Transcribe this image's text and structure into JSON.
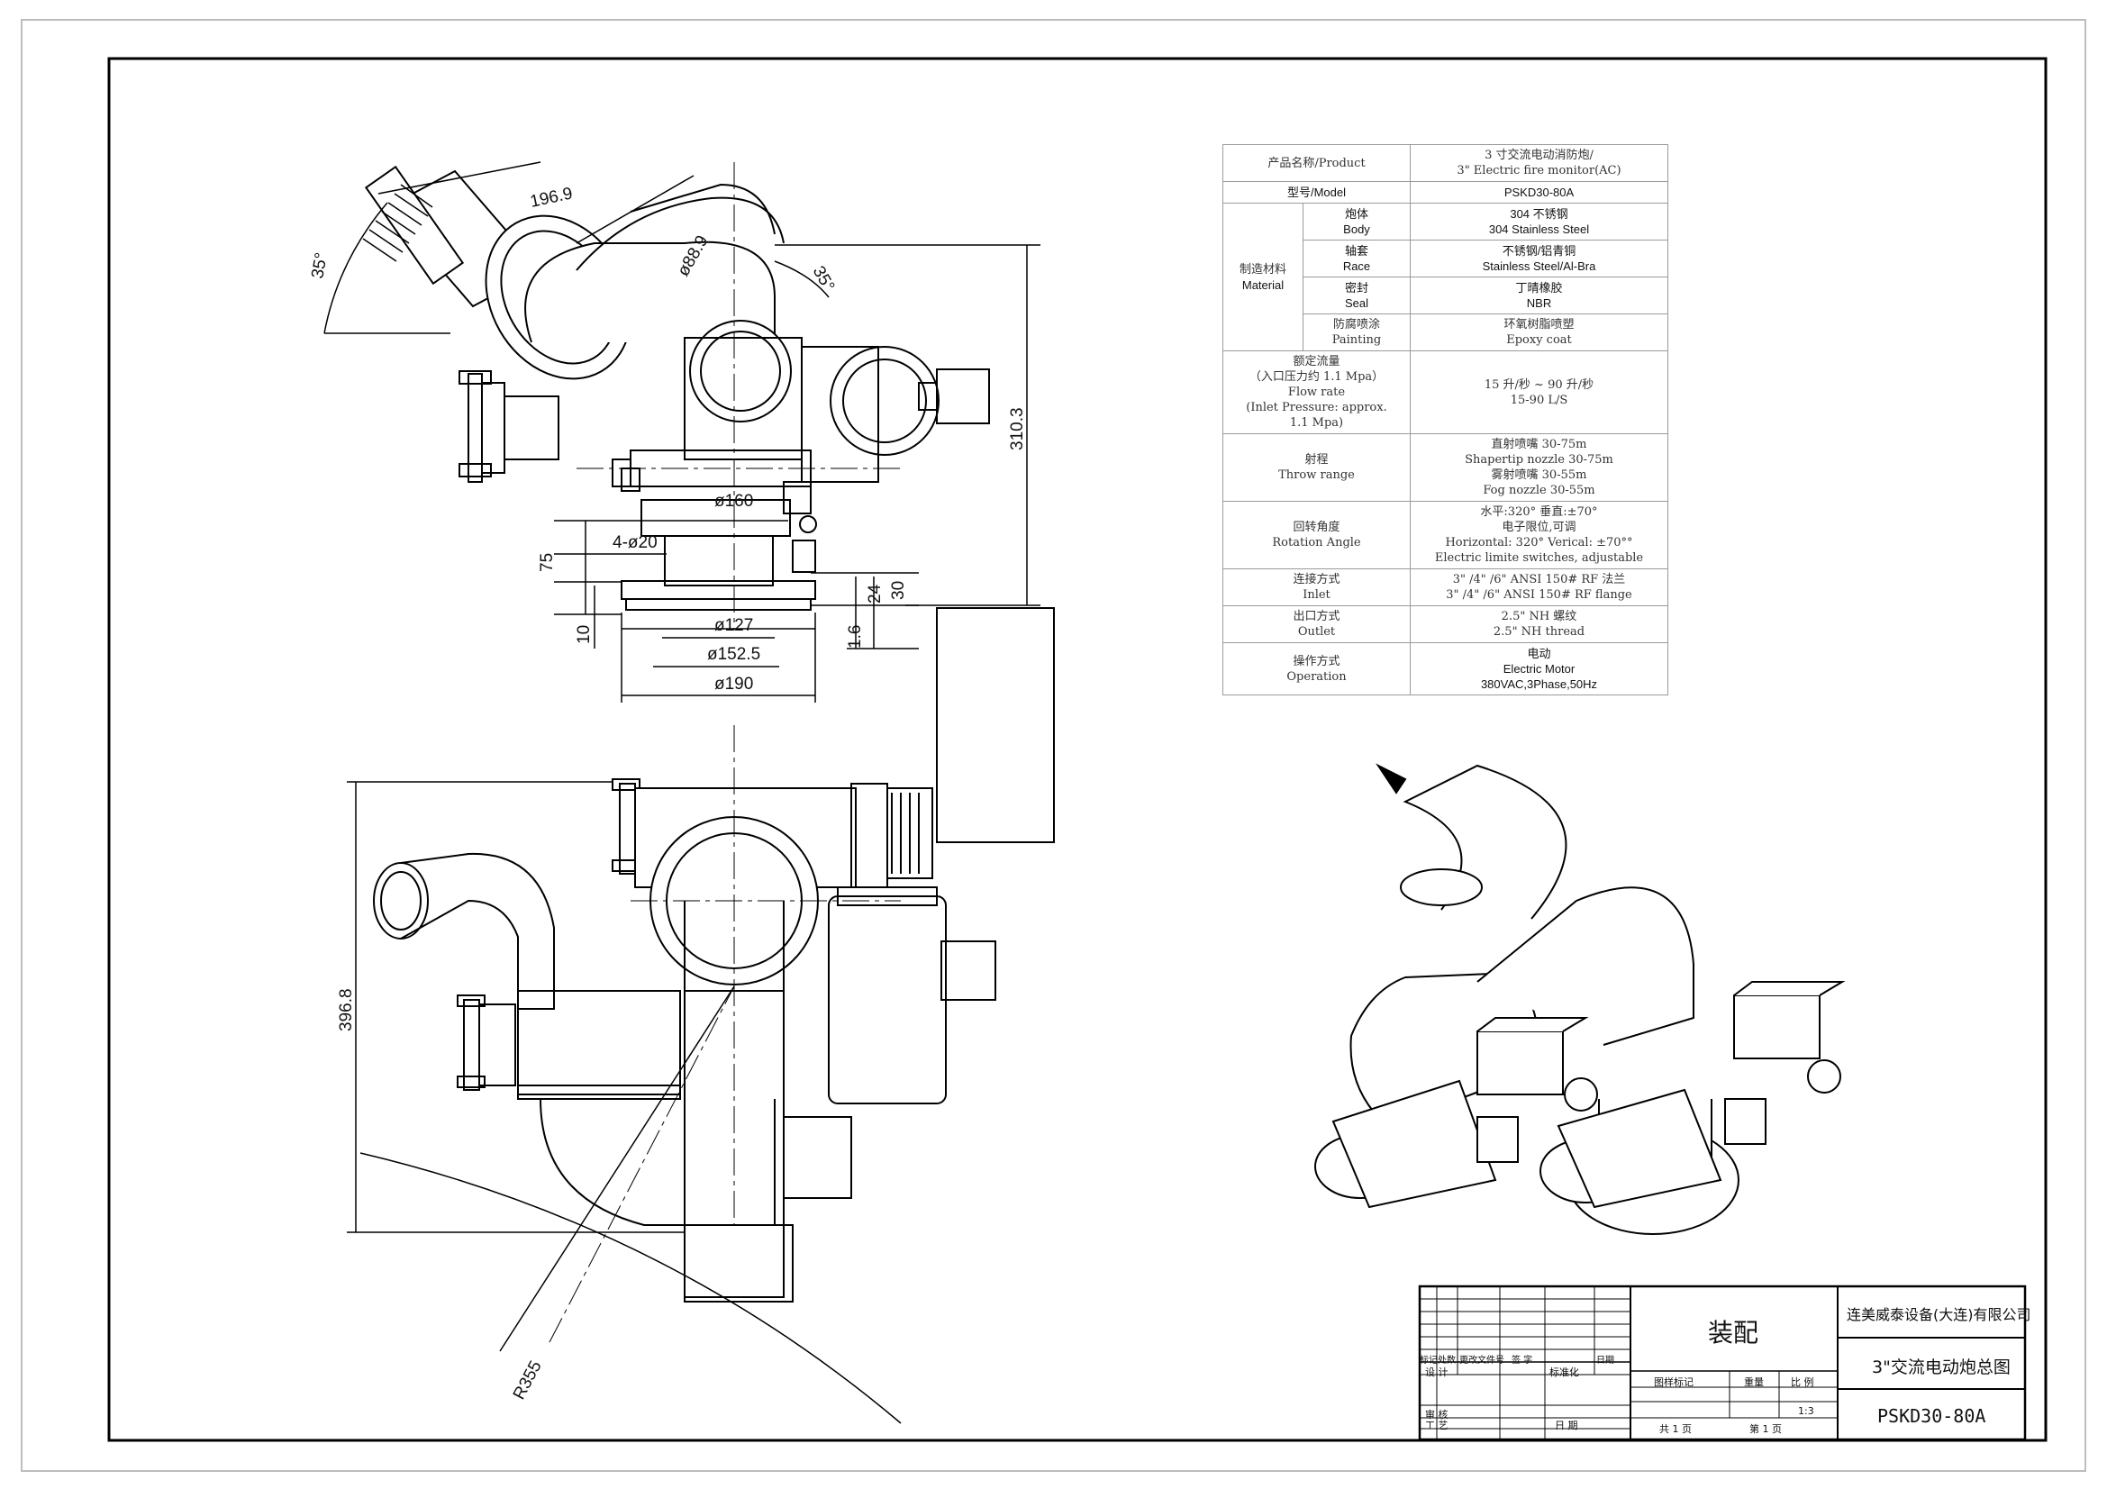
{
  "spec_table": {
    "product_label": "产品名称/Product",
    "product_value_cn": "3 寸交流电动消防炮/",
    "product_value_en": "3\" Electric fire monitor(AC)",
    "model_label": "型号/Model",
    "model_value": "PSKD30-80A",
    "material_label_cn": "制造材料",
    "material_label_en": "Material",
    "materials": [
      {
        "part_cn": "炮体",
        "part_en": "Body",
        "value_cn": "304 不锈钢",
        "value_en": "304 Stainless Steel"
      },
      {
        "part_cn": "轴套",
        "part_en": "Race",
        "value_cn": "不锈钢/铝青铜",
        "value_en": "Stainless Steel/Al-Bra"
      },
      {
        "part_cn": "密封",
        "part_en": "Seal",
        "value_cn": "丁晴橡胶",
        "value_en": "NBR"
      },
      {
        "part_cn": "防腐喷涂",
        "part_en": "Painting",
        "value_cn": "环氧树脂喷塑",
        "value_en": "Epoxy coat"
      }
    ],
    "flow_label": [
      "额定流量",
      "（入口压力约 1.1 Mpa）",
      "Flow rate",
      "(Inlet Pressure: approx.",
      "1.1 Mpa)"
    ],
    "flow_value": [
      "15 升/秒 ~ 90 升/秒",
      "15-90 L/S"
    ],
    "throw_label": [
      "射程",
      "Throw range"
    ],
    "throw_value": [
      "直射喷嘴 30-75m",
      "Shapertip nozzle 30-75m",
      "雾射喷嘴 30-55m",
      "Fog nozzle 30-55m"
    ],
    "rotation_label": [
      "回转角度",
      "Rotation Angle"
    ],
    "rotation_value": [
      "水平:320°  垂直:±70°",
      "电子限位,可调",
      "Horizontal: 320°  Verical: ±70°°",
      "Electric limite switches, adjustable"
    ],
    "inlet_label": [
      "连接方式",
      "Inlet"
    ],
    "inlet_value": [
      "3\" /4\" /6\" ANSI 150# RF 法兰",
      "3\" /4\" /6\" ANSI 150# RF flange"
    ],
    "outlet_label": [
      "出口方式",
      "Outlet"
    ],
    "outlet_value": [
      "2.5\" NH 螺纹",
      "2.5\" NH thread"
    ],
    "operation_label": [
      "操作方式",
      "Operation"
    ],
    "operation_value": [
      "电动",
      "Electric Motor",
      "380VAC,3Phase,50Hz"
    ]
  },
  "dimensions": {
    "side_view": [
      "196.9",
      "35°",
      "ø88.9",
      "35°",
      "310.3",
      "ø160",
      "4-ø20",
      "75",
      "24",
      "30",
      "ø127",
      "10",
      "1.6",
      "ø152.5",
      "ø190"
    ],
    "top_view": [
      "396.8",
      "R355"
    ]
  },
  "title_block": {
    "company": "连美威泰设备(大连)有限公司",
    "assembly": "装配",
    "drawing_title": "3\"交流电动炮总图",
    "drawing_number": "PSKD30-80A",
    "revision_headers": [
      "标记",
      "处数",
      "更改文件号",
      "签 字",
      "日期"
    ],
    "design": "设 计",
    "standardization": "标准化",
    "review": "审 核",
    "process": "工 艺",
    "date": "日 期",
    "stage_mark": "图样标记",
    "weight": "重量",
    "scale_label": "比 例",
    "scale": "1:3",
    "total_sheets": "共  1  页",
    "sheet_no": "第  1  页"
  }
}
